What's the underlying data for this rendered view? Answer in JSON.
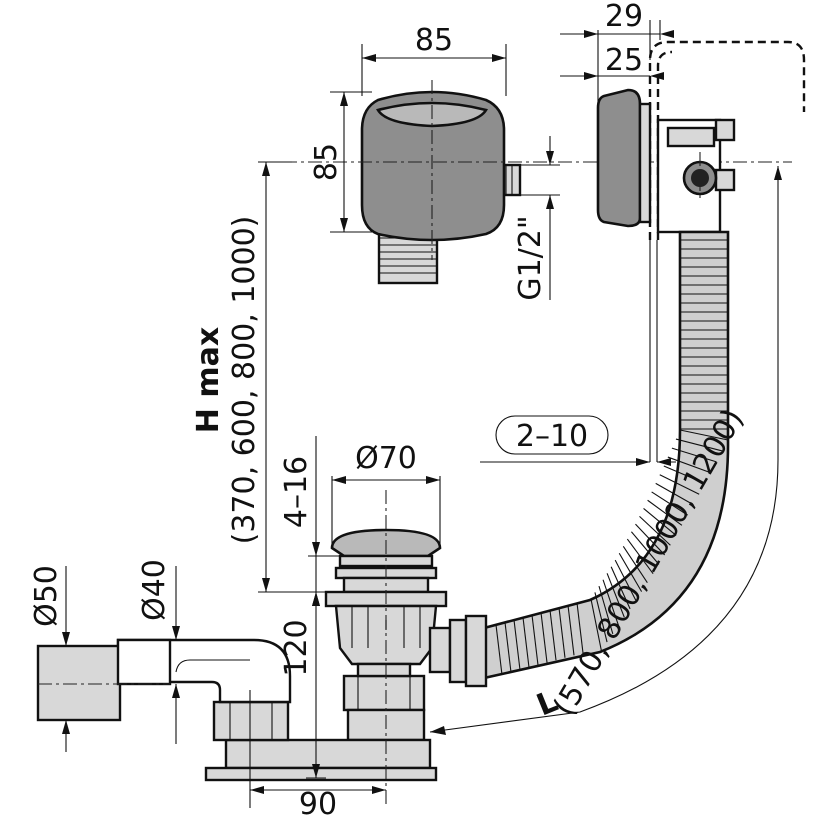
{
  "dimensions": {
    "overflow_width": "85",
    "overflow_height": "85",
    "thread": "G1/2\"",
    "flange_outer": "29",
    "flange_inner": "25",
    "h_max_label": "H max",
    "h_max_values": "(370, 600, 800, 1000)",
    "wall_thickness": "2–10",
    "plug_diameter": "Ø70",
    "plug_lift": "4–16",
    "outlet_outer": "Ø50",
    "outlet_inner": "Ø40",
    "trap_height": "120",
    "trap_offset": "90",
    "l_label": "L",
    "l_values": "(570, 800, 1000, 1200)"
  }
}
